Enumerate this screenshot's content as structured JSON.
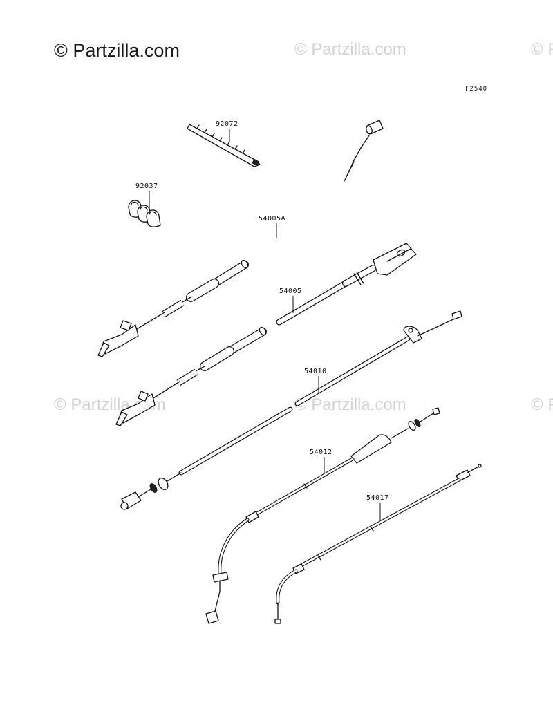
{
  "watermark": {
    "logo_text": "© Partzilla.com",
    "color": "#d2d2d2"
  },
  "figure_id": "F2540",
  "callouts": [
    {
      "id": "92072",
      "label": "92072",
      "part": "cable-tie"
    },
    {
      "id": "92037",
      "label": "92037",
      "part": "cable-clamp"
    },
    {
      "id": "54005A",
      "label": "54005A",
      "part": "throttle-cable-a"
    },
    {
      "id": "54005",
      "label": "54005",
      "part": "throttle-cable"
    },
    {
      "id": "54010",
      "label": "54010",
      "part": "choke-cable"
    },
    {
      "id": "54012",
      "label": "54012",
      "part": "clutch-cable"
    },
    {
      "id": "54017",
      "label": "54017",
      "part": "speedometer-cable"
    }
  ]
}
